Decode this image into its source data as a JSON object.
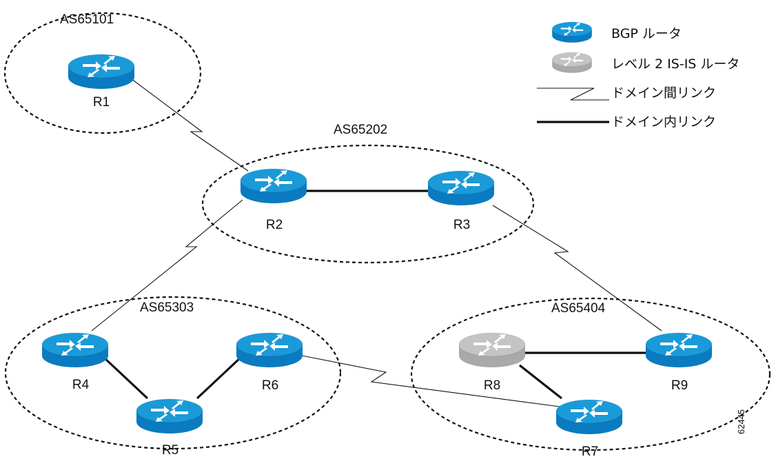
{
  "colors": {
    "bgp_router": "#0a7bc0",
    "bgp_router_top": "#1a9ad8",
    "isis_router": "#a9a9a9",
    "isis_router_top": "#c4c4c4"
  },
  "domains": [
    {
      "label": "AS65101"
    },
    {
      "label": "AS65202"
    },
    {
      "label": "AS65303"
    },
    {
      "label": "AS65404"
    }
  ],
  "routers": [
    {
      "label": "R1",
      "kind": "bgp"
    },
    {
      "label": "R2",
      "kind": "bgp"
    },
    {
      "label": "R3",
      "kind": "bgp"
    },
    {
      "label": "R4",
      "kind": "bgp"
    },
    {
      "label": "R5",
      "kind": "bgp"
    },
    {
      "label": "R6",
      "kind": "bgp"
    },
    {
      "label": "R7",
      "kind": "bgp"
    },
    {
      "label": "R8",
      "kind": "isis"
    },
    {
      "label": "R9",
      "kind": "bgp"
    }
  ],
  "links": [
    {
      "from": "R1",
      "to": "R2",
      "type": "inter"
    },
    {
      "from": "R2",
      "to": "R4",
      "type": "inter"
    },
    {
      "from": "R3",
      "to": "R9",
      "type": "inter"
    },
    {
      "from": "R6",
      "to": "R7",
      "type": "inter"
    },
    {
      "from": "R2",
      "to": "R3",
      "type": "intra"
    },
    {
      "from": "R4",
      "to": "R5",
      "type": "intra"
    },
    {
      "from": "R5",
      "to": "R6",
      "type": "intra"
    },
    {
      "from": "R8",
      "to": "R9",
      "type": "intra"
    },
    {
      "from": "R8",
      "to": "R7",
      "type": "intra"
    }
  ],
  "legend": {
    "bgp_router": "BGP ルータ",
    "isis_router": "レベル 2 IS-IS ルータ",
    "inter_domain_link": "ドメイン間リンク",
    "intra_domain_link": "ドメイン内リンク"
  },
  "figure_number": "62445"
}
